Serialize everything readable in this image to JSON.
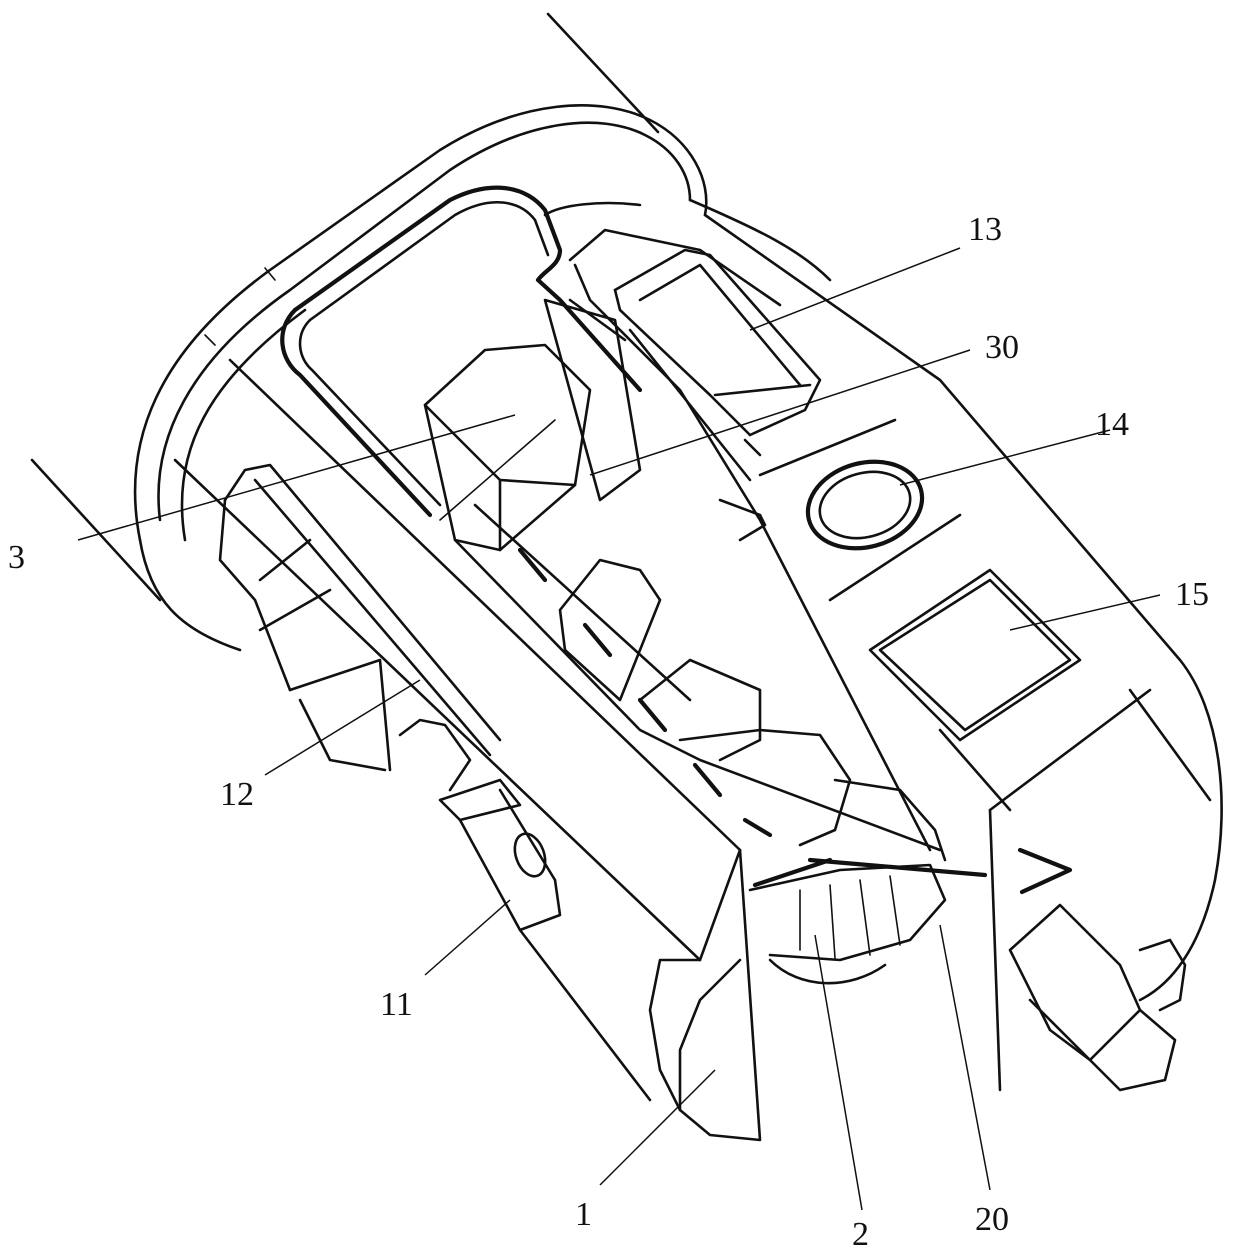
{
  "labels": {
    "l1": "1",
    "l2": "2",
    "l3": "3",
    "l11": "11",
    "l12": "12",
    "l13": "13",
    "l14": "14",
    "l15": "15",
    "l20": "20",
    "l30": "30"
  },
  "arrow_glyph": ">"
}
